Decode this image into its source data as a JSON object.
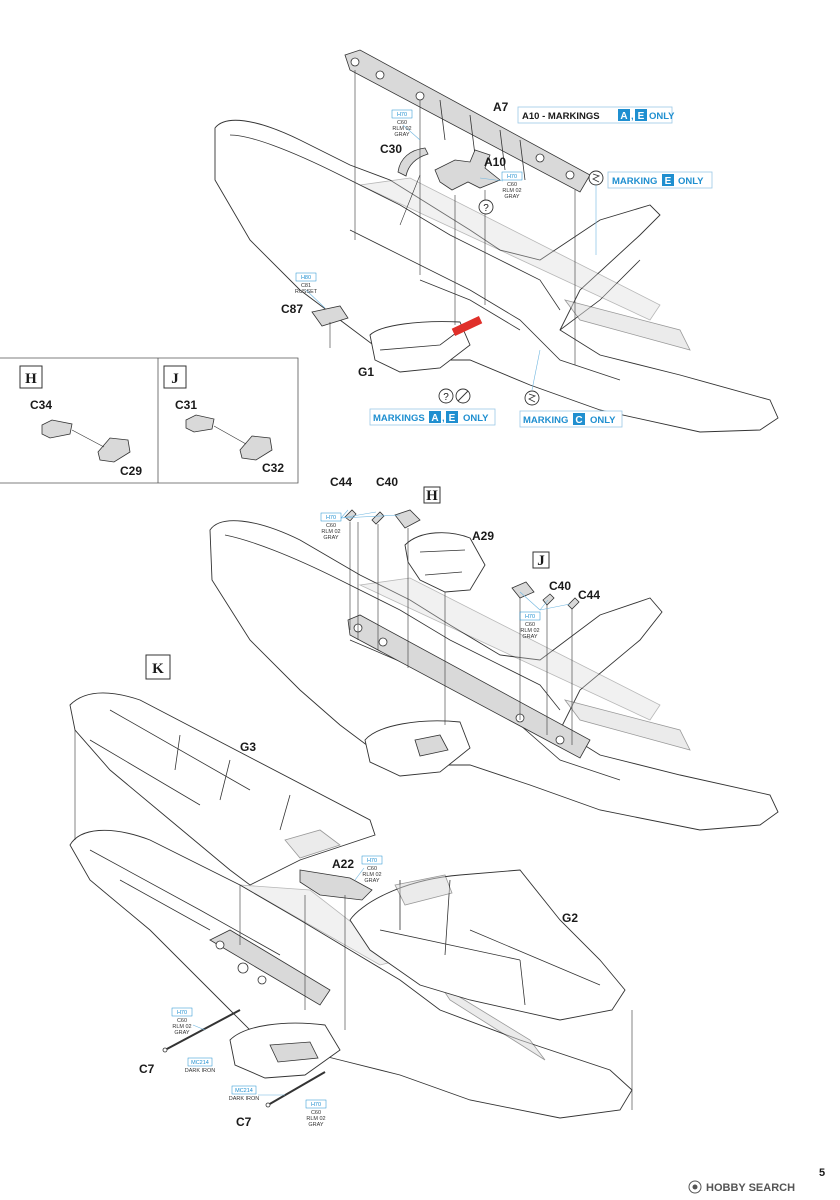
{
  "page_number": "5",
  "watermark": "HOBBY SEARCH",
  "steps": {
    "h": "H",
    "j": "J",
    "k": "K"
  },
  "parts": {
    "a7": "A7",
    "a10": "A10",
    "c30": "C30",
    "c87": "C87",
    "g1": "G1",
    "c34": "C34",
    "c29": "C29",
    "c31": "C31",
    "c32": "C32",
    "c44": "C44",
    "c40": "C40",
    "a29": "A29",
    "g3": "G3",
    "a22": "A22",
    "g2": "G2",
    "c7": "C7"
  },
  "paints": {
    "h70": "H70",
    "c60": "C60",
    "rlm02": "RLM 02",
    "gray": "GRAY",
    "h80": "H80",
    "c81": "C81",
    "russet": "RUSSET",
    "mc214": "MC214",
    "dark_iron": "DARK IRON"
  },
  "notes": {
    "a10_only_prefix": "A10 - MARKINGS",
    "markings": "MARKINGS",
    "marking": "MARKING",
    "only": "ONLY",
    "sep": ",",
    "mark_a": "A",
    "mark_e": "E",
    "mark_c": "C",
    "optional": "?"
  },
  "colors": {
    "accent": "#1f8fd0",
    "red": "#e0302a",
    "line": "#333333"
  }
}
